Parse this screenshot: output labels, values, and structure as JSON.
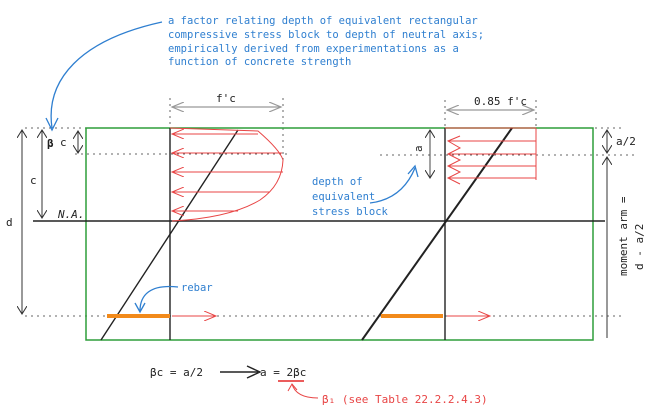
{
  "annotations": {
    "beta_definition": [
      "a factor relating depth of equivalent rectangular",
      "compressive stress block to depth of neutral axis;",
      "empirically derived from experimentations as a",
      "function of concrete strength"
    ],
    "stress_block_note": [
      "depth of",
      "equivalent",
      "stress block"
    ],
    "rebar": "rebar"
  },
  "labels": {
    "fc": "f'c",
    "fc085": "0.85 f'c",
    "beta_c_beta": "β",
    "beta_c_c": "c",
    "c": "c",
    "d": "d",
    "na": "N.A.",
    "a": "a",
    "a_half": "a/2",
    "moment_arm_1": "moment arm =",
    "moment_arm_2": "d - a/2"
  },
  "equation": {
    "left": "βc = a/2",
    "right": "a = 2βc",
    "beta1_note": "β₁ (see Table 22.2.2.4.3)"
  },
  "colors": {
    "section": "#2e9e3a",
    "stress": "#e84545",
    "note": "#2f7fd0",
    "rebar": "#f28a1a",
    "line": "#222222"
  }
}
